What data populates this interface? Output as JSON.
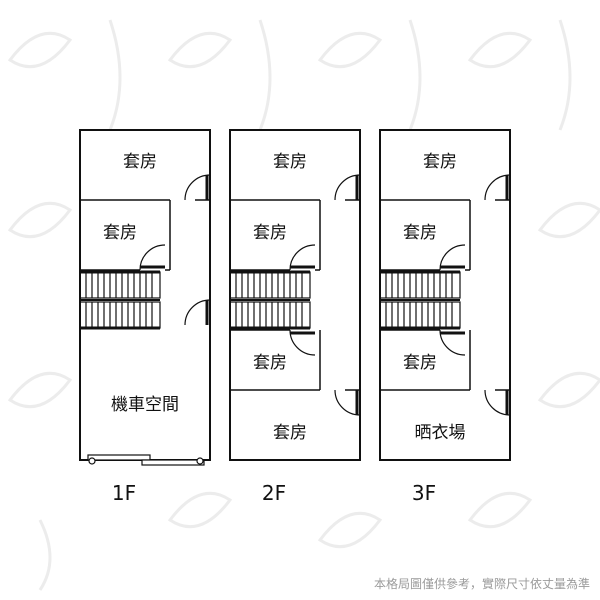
{
  "floors": [
    {
      "label": "1F",
      "rooms": [
        "套房",
        "套房",
        "機車空間"
      ]
    },
    {
      "label": "2F",
      "rooms": [
        "套房",
        "套房",
        "套房",
        "套房"
      ]
    },
    {
      "label": "3F",
      "rooms": [
        "套房",
        "套房",
        "套房",
        "晒衣場"
      ]
    }
  ],
  "disclaimer": "本格局圖僅供參考，實際尺寸依丈量為準",
  "colors": {
    "wall": "#111111",
    "watermark": "#ececec",
    "disclaimer": "#9a9a9a"
  }
}
